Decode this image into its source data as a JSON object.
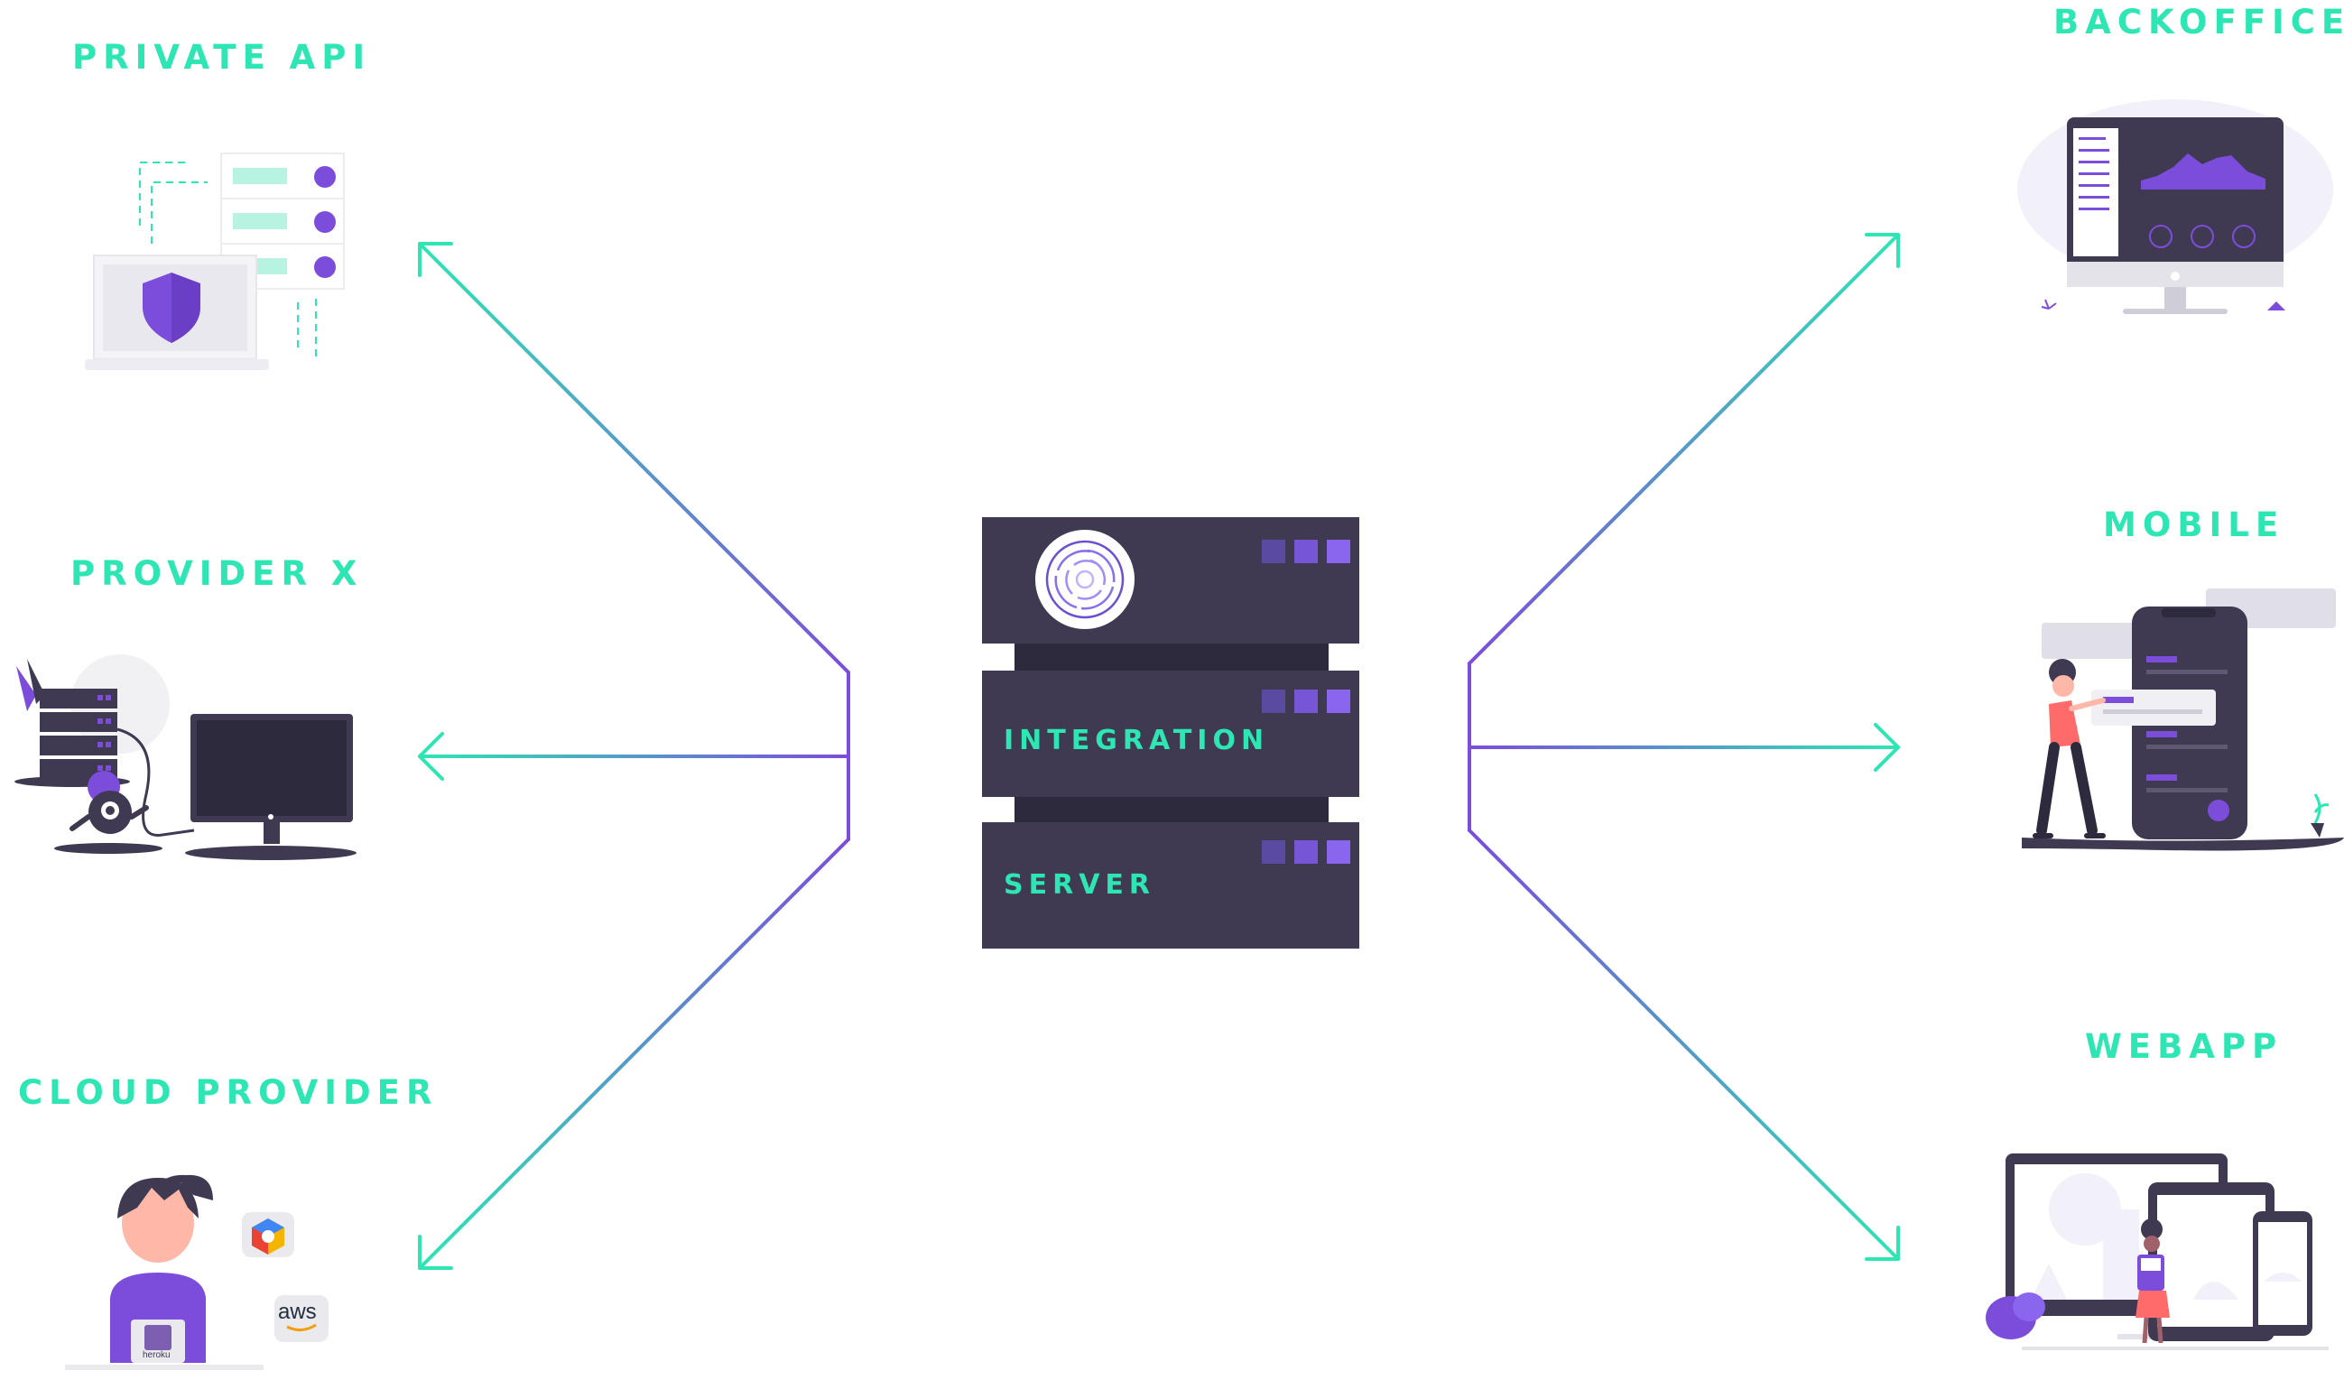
{
  "labels": {
    "private_api": "PRIVATE API",
    "provider_x": "PROVIDER X",
    "cloud_provider": "CLOUD PROVIDER",
    "backoffice": "BACKOFFICE",
    "mobile": "MOBILE",
    "webapp": "WEBAPP"
  },
  "server": {
    "line1": "INTEGRATION",
    "line2": "SERVER"
  },
  "cloud_badges": {
    "aws": "aws",
    "heroku": "heroku"
  },
  "colors": {
    "teal": "#2ee6b4",
    "purple": "#7c4ddb",
    "server": "#3f3a52",
    "server_dark": "#2e2a3e"
  },
  "icons": {
    "private_api": "server-shield-illustration",
    "provider_x": "server-monster-monitor-illustration",
    "cloud_provider": "developer-cloud-illustration",
    "backoffice": "desktop-dashboard-illustration",
    "mobile": "woman-phone-illustration",
    "webapp": "multi-device-illustration",
    "server": "swirl-logo"
  }
}
